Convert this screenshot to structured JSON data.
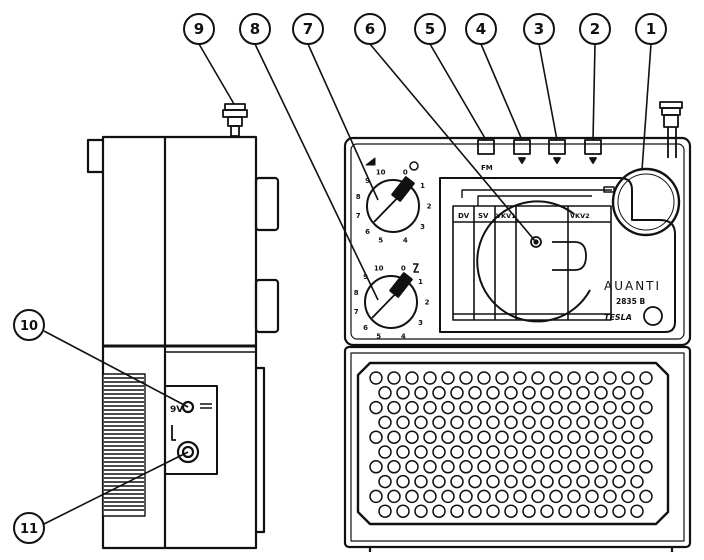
{
  "callouts": [
    "1",
    "2",
    "3",
    "4",
    "5",
    "6",
    "7",
    "8",
    "9",
    "10",
    "11"
  ],
  "band_labels": [
    "DV",
    "SV",
    "VKV1",
    "VKV2"
  ],
  "fm_label": "FM",
  "brand": "AUANTI",
  "model": "2835 B",
  "manufacturer": "TESLA",
  "voltage_label": "9V",
  "dial_numbers": [
    "0",
    "1",
    "2",
    "3",
    "4",
    "5",
    "6",
    "7",
    "8",
    "9",
    "10"
  ]
}
